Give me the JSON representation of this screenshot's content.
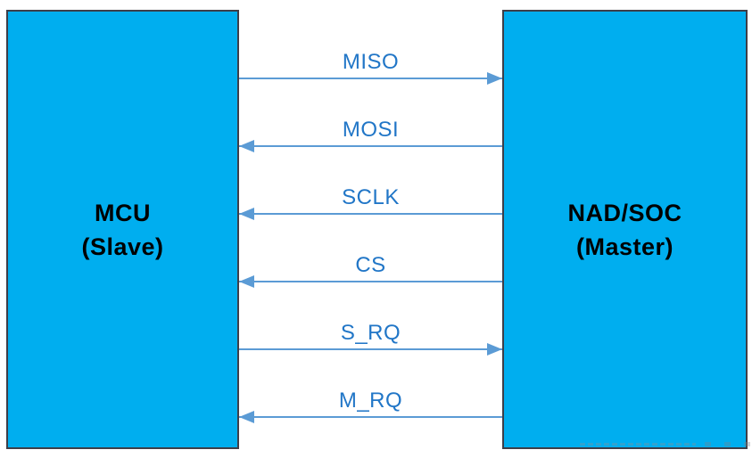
{
  "diagram": {
    "left_box": {
      "title": "MCU",
      "subtitle": "(Slave)"
    },
    "right_box": {
      "title": "NAD/SOC",
      "subtitle": "(Master)"
    },
    "signals": [
      {
        "label": "MISO",
        "direction": "right",
        "from": "MCU",
        "to": "NAD/SOC"
      },
      {
        "label": "MOSI",
        "direction": "left",
        "from": "NAD/SOC",
        "to": "MCU"
      },
      {
        "label": "SCLK",
        "direction": "left",
        "from": "NAD/SOC",
        "to": "MCU"
      },
      {
        "label": "CS",
        "direction": "left",
        "from": "NAD/SOC",
        "to": "MCU"
      },
      {
        "label": "S_RQ",
        "direction": "right",
        "from": "MCU",
        "to": "NAD/SOC"
      },
      {
        "label": "M_RQ",
        "direction": "left",
        "from": "NAD/SOC",
        "to": "MCU"
      }
    ],
    "colors": {
      "box_fill": "#00AEEF",
      "box_border": "#3E3E48",
      "arrow": "#5B9BD5",
      "label_text": "#2176C7",
      "box_text": "#000000",
      "background": "#FFFFFF"
    }
  }
}
